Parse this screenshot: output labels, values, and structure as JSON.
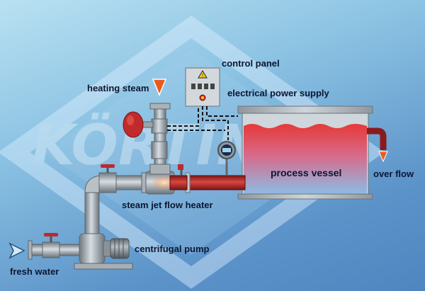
{
  "labels": {
    "control_panel": "control panel",
    "heating_steam": "heating steam",
    "electrical_power_supply": "electrical power supply",
    "process_vessel": "process vessel",
    "over_flow": "over flow",
    "steam_jet_flow_heater": "steam jet flow heater",
    "centrifugal_pump": "centrifugal pump",
    "fresh_water": "fresh water"
  },
  "logo_text": "KÖRTING",
  "colors": {
    "background_top": "#b9e1f2",
    "background_bottom": "#4f86c0",
    "pipe_gray": "#9aa3ab",
    "pipe_red": "#b1272b",
    "liquid_red": "#e8473e",
    "liquid_blue": "#87b7e3",
    "arrow_orange": "#e85b1e",
    "arrow_light": "#cfe9f7"
  },
  "icons": [
    "warning-icon",
    "flow-arrow-icon",
    "pressure-gauge-icon",
    "valve-icon",
    "pump-motor-icon"
  ]
}
